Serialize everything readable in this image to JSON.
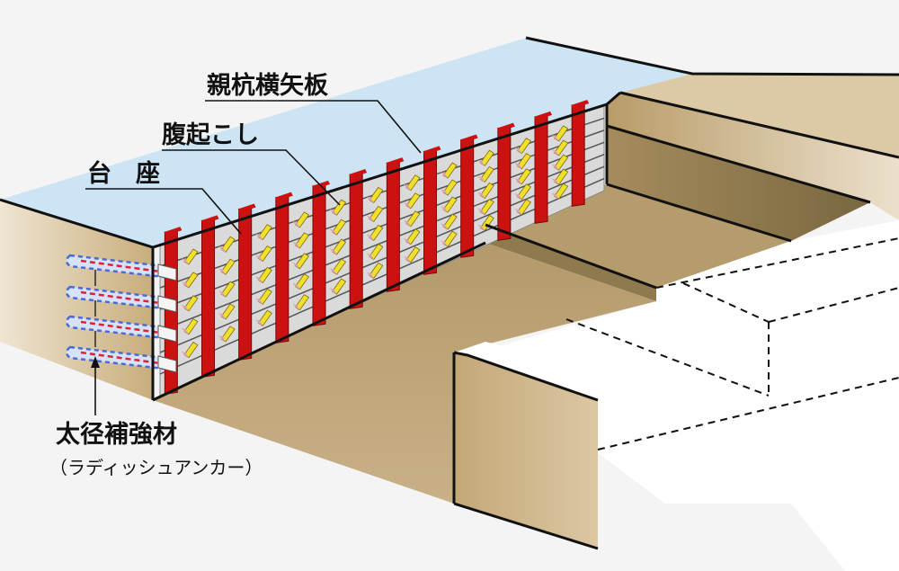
{
  "labels": {
    "main_pile_lagging": "親杭横矢板",
    "waler": "腹起こし",
    "pedestal": "台　座",
    "reinforcement": "太径補強材",
    "reinforcement_sub": "（ラディッシュアンカー）"
  },
  "colors": {
    "sky_surface": "#cce4f4",
    "soil_light": "#d7c09a",
    "soil_mid": "#b39a6c",
    "soil_dark": "#84704c",
    "wall_panel": "#dadada",
    "pile_red": "#cc1111",
    "pedestal_yellow": "#f2df2a",
    "pedestal_pink": "#e0a0b4",
    "anchor_blue": "#4a6ad8",
    "anchor_red": "#e0203a",
    "outline": "#111111",
    "white_area": "#ffffff"
  }
}
